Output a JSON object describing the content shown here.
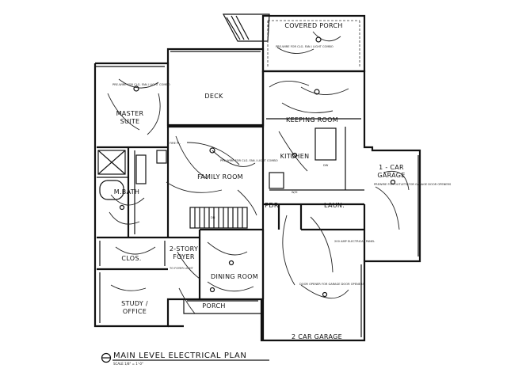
{
  "title": "MAIN LEVEL ELECTRICAL PLAN",
  "title_small": "SCALE 1/8\" = 1'-0\"",
  "rooms": {
    "covered_porch": "COVERED PORCH",
    "deck": "DECK",
    "keeping_room": "KEEPING ROOM",
    "kitchen": "KITCHEN",
    "master_suite_1": "MASTER",
    "master_suite_2": "SUITE",
    "m_bath": "M.BATH",
    "family_room": "FAMILY ROOM",
    "garage1_1": "1 - CAR",
    "garage1_2": "GARAGE",
    "laun": "LAUN.",
    "pdr": "PDR",
    "clos": "CLOS.",
    "foyer_1": "2-STORY",
    "foyer_2": "FOYER",
    "dining": "DINING ROOM",
    "study_1": "STUDY /",
    "study_2": "OFFICE",
    "porch": "PORCH",
    "garage2": "2 CAR GARAGE"
  },
  "notes": {
    "covered_porch_fan": "PRE-WIRE FOR CLG. FAN / LIGHT COMBO",
    "master_fan": "PRE-WIRE FOR CLG. FAN / LIGHT COMBO",
    "family_fan": "PRE-WIRE FOR CLG. FAN / LIGHT COMBO",
    "garage1_opener": "PREWIRE FOR OUTLETS FOR GARAGE DOOR OPENERS",
    "electrical_panel": "200 AMP ELECTRICAL PANEL",
    "garage2_opener": "DOOR OPENER FOR GARAGE DOOR OPENERS",
    "foyer_light": "TO FOYER LIGHT",
    "fireplace": "FIRE PL.",
    "dn": "DN",
    "wh": "W/H",
    "dw": "DW"
  }
}
